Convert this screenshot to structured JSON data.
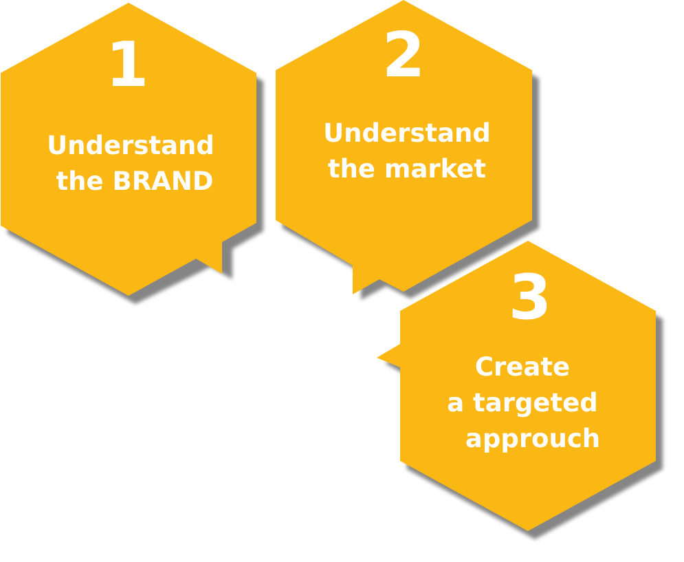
{
  "colors": {
    "hex_fill": "#FBB714",
    "shadow": "#6f6f6f",
    "text": "#FFFFFF"
  },
  "steps": [
    {
      "number": "1",
      "lines": [
        "Understand",
        "the BRAND"
      ]
    },
    {
      "number": "2",
      "lines": [
        "Understand",
        "the market"
      ]
    },
    {
      "number": "3",
      "lines": [
        "Create",
        "a targeted",
        "approuch"
      ]
    }
  ]
}
